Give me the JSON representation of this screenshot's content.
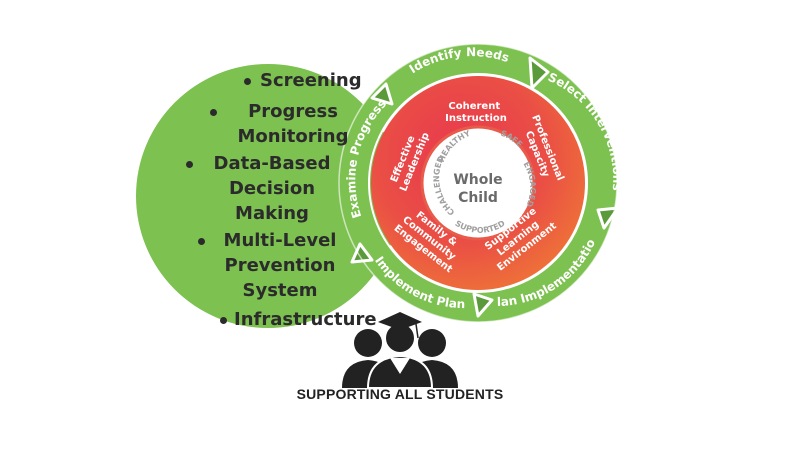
{
  "colors": {
    "green_main": "#7dc151",
    "green_dark": "#5a9a3a",
    "green_light": "#9fd076",
    "red_center": "#e8384f",
    "orange_edge": "#ef7a35",
    "inner_gray": "#a0a0a0",
    "text_dark": "#2b2b2b"
  },
  "bullets": [
    "Screening",
    "Progress Monitoring",
    "Data-Based Decision Making",
    "Multi-Level Prevention System",
    "Infrastructure"
  ],
  "cycle_steps": [
    "Identify Needs",
    "Select Interventions",
    "Plan Implementation",
    "Implement Plan",
    "Examine Progress"
  ],
  "wheel_segments": [
    "Coherent Instruction",
    "Professional Capacity",
    "Supportive Learning Environment",
    "Family & Community Engagement",
    "Effective Leadership"
  ],
  "core_title_line1": "Whole",
  "core_title_line2": "Child",
  "core_words": [
    "HEALTHY",
    "SAFE",
    "ENGAGED",
    "SUPPORTED",
    "CHALLENGED"
  ],
  "caption": "SUPPORTING ALL STUDENTS",
  "people_icon": "students-graduate-icon"
}
